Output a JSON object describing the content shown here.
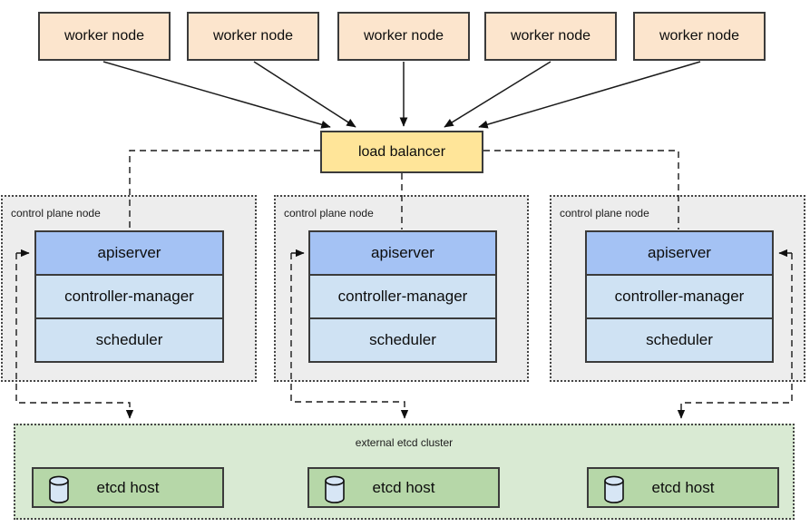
{
  "colors": {
    "worker_fill": "#FCE5CD",
    "load_balancer_fill": "#FFE599",
    "apiserver_fill": "#A4C2F4",
    "component_fill": "#CFE2F3",
    "control_plane_fill": "#EDEDED",
    "etcd_cluster_fill": "#D9EAD3",
    "etcd_host_fill": "#B6D7A8",
    "cylinder_fill": "#D7E6F5",
    "line_color": "#1a1a1a",
    "border_color": "#3b3b3b"
  },
  "workers": [
    {
      "label": "worker node"
    },
    {
      "label": "worker node"
    },
    {
      "label": "worker node"
    },
    {
      "label": "worker node"
    },
    {
      "label": "worker node"
    }
  ],
  "load_balancer": {
    "label": "load balancer"
  },
  "control_planes": [
    {
      "label": "control plane node",
      "components": [
        "apiserver",
        "controller-manager",
        "scheduler"
      ]
    },
    {
      "label": "control plane node",
      "components": [
        "apiserver",
        "controller-manager",
        "scheduler"
      ]
    },
    {
      "label": "control plane node",
      "components": [
        "apiserver",
        "controller-manager",
        "scheduler"
      ]
    }
  ],
  "etcd_cluster": {
    "label": "external etcd cluster",
    "hosts": [
      {
        "label": "etcd host",
        "icon": "database-cylinder-icon"
      },
      {
        "label": "etcd host",
        "icon": "database-cylinder-icon"
      },
      {
        "label": "etcd host",
        "icon": "database-cylinder-icon"
      }
    ]
  }
}
